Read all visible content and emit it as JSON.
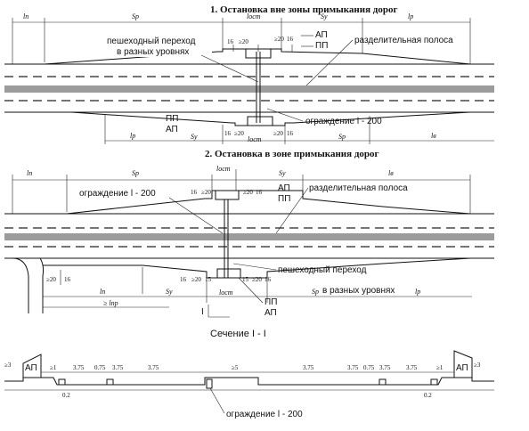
{
  "diagram": {
    "title1": "1. Остановка вне зоны примыкания дорог",
    "title2": "2. Остановка в зоне примыкания дорог",
    "section_title": "Сечение I - I",
    "labels": {
      "crossing_line1": "пешеходный переход",
      "crossing_line2": "в разных уровнях",
      "dividing_strip": "разделительная полоса",
      "barrier": "ограждение l - 200",
      "ap": "АП",
      "pp": "ПП",
      "section_mark": "I"
    },
    "dimensions": {
      "l_n": "lп",
      "s_r": "Sр",
      "l_ost": "lост",
      "s_u": "Sу",
      "l_r": "lр",
      "l_v": "lв",
      "ge_l_pr": "≥ lпр",
      "d16": "16",
      "d20": "≥20",
      "d15": "15",
      "d3": "≥3",
      "d1": "≥1",
      "d5": "≥5",
      "d375": "3.75",
      "d075": "0.75",
      "d02": "0.2"
    }
  }
}
